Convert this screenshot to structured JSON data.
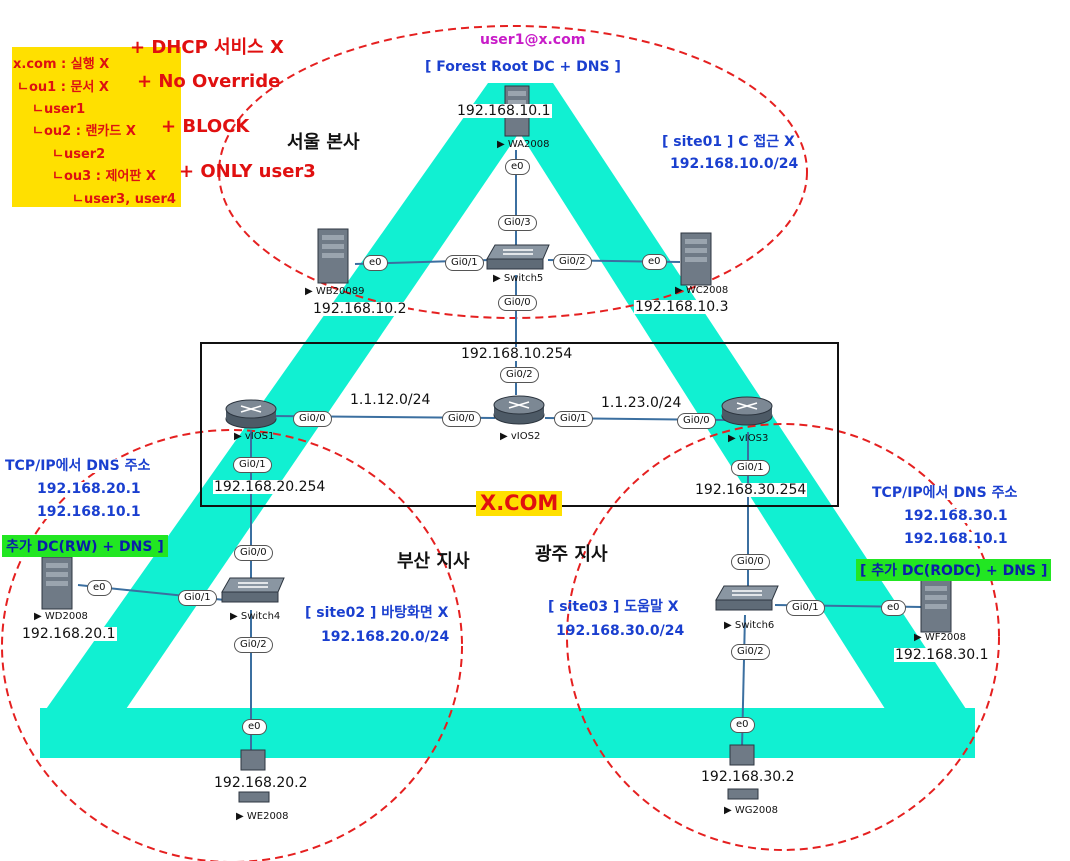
{
  "policy": {
    "lines": [
      "x.com : 실행 X",
      "ㄴou1 : 문서 X",
      "ㄴuser1",
      "ㄴou2 : 랜카드 X",
      "ㄴuser2",
      "ㄴou3 : 제어판 X",
      "ㄴuser3, user4"
    ],
    "notes": [
      "+ DHCP 서비스 X",
      "+ No Override",
      "+ BLOCK",
      "+ ONLY user3"
    ]
  },
  "seoul": {
    "title": "서울 본사",
    "user": "user1@x.com",
    "role": "[ Forest Root DC + DNS ]",
    "site": "[ site01 ] C 접근 X",
    "subnet": "192.168.10.0/24"
  },
  "busan": {
    "title": "부산 지사",
    "dns_title": "TCP/IP에서 DNS 주소",
    "dns1": "192.168.20.1",
    "dns2": "192.168.10.1",
    "role": "추가 DC(RW) + DNS ]",
    "site": "[ site02 ] 바탕화면 X",
    "subnet": "192.168.20.0/24"
  },
  "gwangju": {
    "title": "광주 지사",
    "dns_title": "TCP/IP에서 DNS 주소",
    "dns1": "192.168.30.1",
    "dns2": "192.168.10.1",
    "role": "[ 추가 DC(RODC) + DNS ]",
    "site": "[ site03 ] 도움말 X",
    "subnet": "192.168.30.0/24"
  },
  "domain_label": "X.COM",
  "devices": {
    "wa2008": {
      "name": "WA2008",
      "ip": "192.168.10.1"
    },
    "wb2008": {
      "name": "WB20089",
      "ip": "192.168.10.2"
    },
    "wc2008": {
      "name": "WC2008",
      "ip": "192.168.10.3"
    },
    "switch5": {
      "name": "Switch5"
    },
    "vios1": {
      "name": "vIOS1",
      "ip": "192.168.20.254"
    },
    "vios2": {
      "name": "vIOS2",
      "ip": "192.168.10.254"
    },
    "vios3": {
      "name": "vIOS3",
      "ip": "192.168.30.254"
    },
    "switch4": {
      "name": "Switch4"
    },
    "switch6": {
      "name": "Switch6"
    },
    "wd2008": {
      "name": "WD2008",
      "ip": "192.168.20.1"
    },
    "we2008": {
      "name": "WE2008",
      "ip": "192.168.20.2"
    },
    "wf2008": {
      "name": "WF2008",
      "ip": "192.168.30.1"
    },
    "wg2008": {
      "name": "WG2008",
      "ip": "192.168.30.2"
    }
  },
  "links": {
    "net12": "1.1.12.0/24",
    "net23": "1.1.23.0/24"
  },
  "ports": {
    "wa_e0": "e0",
    "sw5_gi03": "Gi0/3",
    "sw5_gi01": "Gi0/1",
    "wb_e0": "e0",
    "sw5_gi02": "Gi0/2",
    "wc_e0": "e0",
    "sw5_gi00": "Gi0/0",
    "v2_gi02": "Gi0/2",
    "v1_gi00": "Gi0/0",
    "v2_gi00": "Gi0/0",
    "v2_gi01": "Gi0/1",
    "v3_gi00": "Gi0/0",
    "v1_gi01": "Gi0/1",
    "v3_gi01": "Gi0/1",
    "sw4_gi00": "Gi0/0",
    "sw4_gi01": "Gi0/1",
    "wd_e0": "e0",
    "sw4_gi02": "Gi0/2",
    "we_e0": "e0",
    "sw6_gi00": "Gi0/0",
    "sw6_gi01": "Gi0/1",
    "wf_e0": "e0",
    "sw6_gi02": "Gi0/2",
    "wg_e0": "e0"
  },
  "colors": {
    "triangle": "#11f0d2",
    "circle": "#e52020",
    "label_blue": "#1a3fcf",
    "label_red": "#e01010",
    "yellow": "#ffe000",
    "green": "#22e622",
    "magenta": "#c81cc8"
  },
  "icons": {
    "server": "server-icon",
    "switch": "switch-icon",
    "router": "router-icon",
    "pc": "pc-icon"
  }
}
